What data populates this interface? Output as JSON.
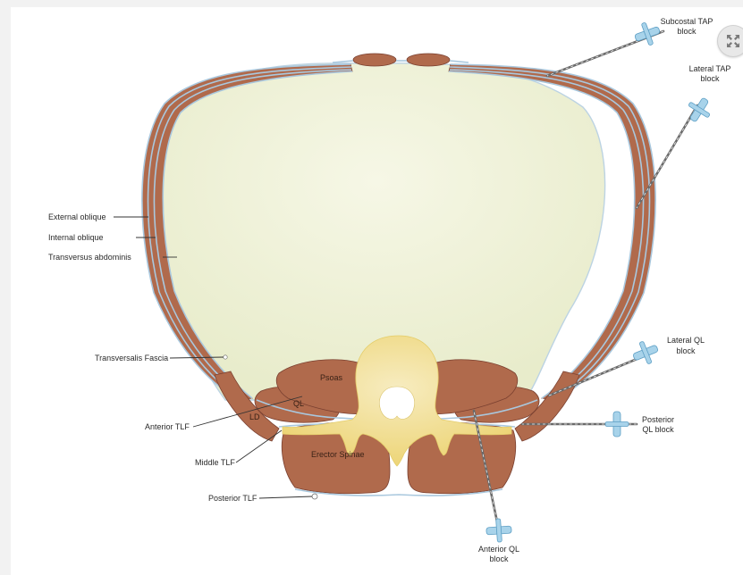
{
  "labels": {
    "external_oblique": "External oblique",
    "internal_oblique": "Internal oblique",
    "transversus_abdominis": "Transversus abdominis",
    "transversalis_fascia": "Transversalis Fascia",
    "anterior_tlf": "Anterior TLF",
    "middle_tlf": "Middle TLF",
    "posterior_tlf": "Posterior TLF",
    "psoas": "Psoas",
    "ql": "QL",
    "ld": "LD",
    "erector_spinae": "Erector Spinae"
  },
  "blocks": {
    "subcostal_tap": [
      "Subcostal TAP",
      "block"
    ],
    "lateral_tap": [
      "Lateral TAP",
      "block"
    ],
    "lateral_ql": [
      "Lateral QL",
      "block"
    ],
    "posterior_ql": [
      "Posterior",
      "QL block"
    ],
    "anterior_ql": [
      "Anterior QL",
      "block"
    ]
  },
  "controls": {
    "expand_icon": "expand-arrows-icon"
  },
  "colors": {
    "muscle": "#b06a4c",
    "muscle_dark": "#7a4030",
    "fascia": "#a9c8de",
    "cavity": "#f1f3dc",
    "vertebra": "#f3e5a0",
    "probe": "#a8d3ea"
  }
}
